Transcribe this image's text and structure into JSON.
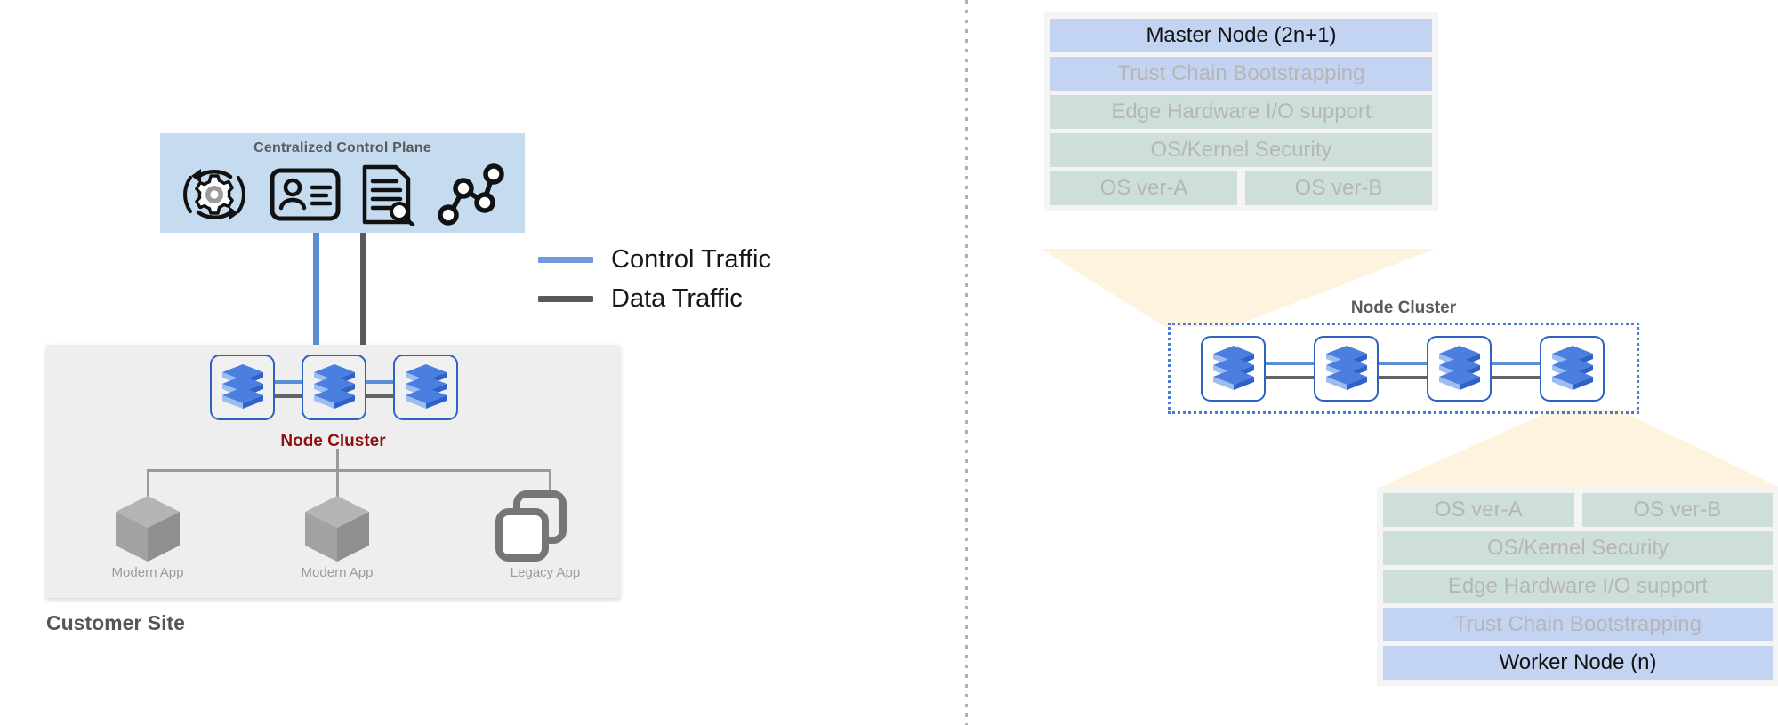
{
  "divider": {
    "name": "vertical-dotted-divider"
  },
  "left_panel": {
    "control_plane": {
      "title": "Centralized Control Plane",
      "icons": [
        {
          "name": "gear-rotation-icon",
          "label": "lifecycle-management"
        },
        {
          "name": "id-card-icon",
          "label": "identity"
        },
        {
          "name": "document-search-icon",
          "label": "audit-policy"
        },
        {
          "name": "network-graph-icon",
          "label": "observability"
        }
      ]
    },
    "legend": {
      "items": [
        {
          "label": "Control Traffic",
          "color": "#6e9bde"
        },
        {
          "label": "Data Traffic",
          "color": "#5a5a5a"
        }
      ]
    },
    "site": {
      "label": "Customer Site",
      "cluster_label": "Node Cluster",
      "nodes": [
        {
          "name": "node-1"
        },
        {
          "name": "node-2"
        },
        {
          "name": "node-3"
        }
      ],
      "apps": [
        {
          "label": "Modern App",
          "icon": "cube-icon"
        },
        {
          "label": "Modern App",
          "icon": "cube-icon"
        },
        {
          "label": "Legacy App",
          "icon": "stacked-windows-icon"
        }
      ]
    }
  },
  "right_panel": {
    "master_stack": {
      "title_layer": "Master Node (2n+1)",
      "layers": [
        {
          "label": "Master Node (2n+1)",
          "style": "blue-dark"
        },
        {
          "label": "Trust Chain Bootstrapping",
          "style": "blue"
        },
        {
          "label": "Edge Hardware I/O support",
          "style": "teal"
        },
        {
          "label": "OS/Kernel Security",
          "style": "teal"
        }
      ],
      "os_pair": [
        {
          "label": "OS ver-A"
        },
        {
          "label": "OS ver-B"
        }
      ]
    },
    "cluster": {
      "label": "Node Cluster",
      "nodes": [
        {
          "name": "cluster-node-1"
        },
        {
          "name": "cluster-node-2"
        },
        {
          "name": "cluster-node-3"
        },
        {
          "name": "cluster-node-4"
        }
      ]
    },
    "worker_stack": {
      "os_pair": [
        {
          "label": "OS ver-A"
        },
        {
          "label": "OS ver-B"
        }
      ],
      "layers": [
        {
          "label": "OS/Kernel Security",
          "style": "teal"
        },
        {
          "label": "Edge Hardware I/O support",
          "style": "teal"
        },
        {
          "label": "Trust Chain Bootstrapping",
          "style": "blue"
        },
        {
          "label": "Worker Node (n)",
          "style": "blue-dark"
        }
      ]
    }
  },
  "colors": {
    "control_blue": "#6e9bde",
    "data_gray": "#5a5a5a",
    "node_border": "#2f61c4",
    "cluster_red": "#8e1010",
    "funnel_cream": "#fdf3de",
    "layer_blue": "#c3d3f2",
    "layer_teal": "#cedfdb",
    "panel_bg": "#eeeeee"
  }
}
